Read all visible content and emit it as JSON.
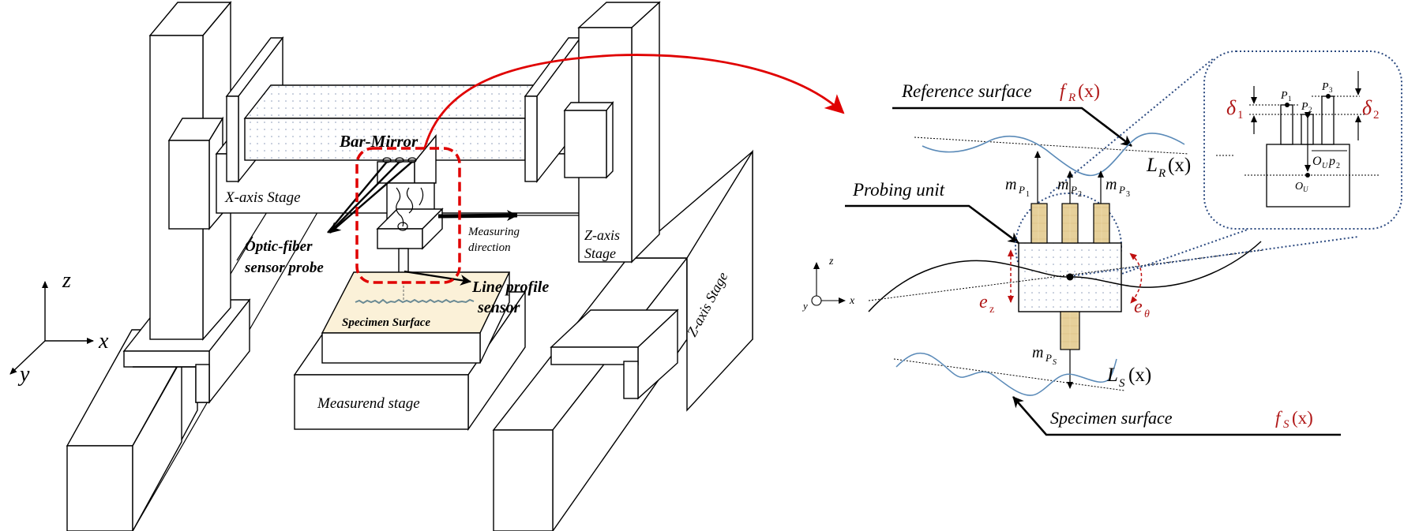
{
  "figure": {
    "left_panel": {
      "axes": {
        "z": "z",
        "x": "x",
        "y": "y"
      },
      "labels": {
        "bar_mirror": "Bar-Mirror",
        "x_axis_stage": "X-axis Stage",
        "optic_fiber_line1": "Optic-fiber",
        "optic_fiber_line2": "sensor probe",
        "measuring_line1": "Measuring",
        "measuring_line2": "direction",
        "line_profile_line1": "Line profile",
        "line_profile_line2": "sensor",
        "specimen_surface": "Specimen Surface",
        "measurend_stage": "Measurend stage",
        "z_axis_stage_col_line1": "Z-axis",
        "z_axis_stage_col_line2": "Stage",
        "z_axis_stage_rail": "Z-axis Stage"
      }
    },
    "right_panel": {
      "axes": {
        "z": "z",
        "x": "x",
        "y": "y"
      },
      "labels": {
        "reference_surface": "Reference surface",
        "reference_func": "f",
        "reference_func_sub": "R",
        "reference_func_arg": "(x)",
        "LR": "L",
        "LR_sub": "R",
        "LR_arg": "(x)",
        "probing_unit": "Probing unit",
        "mP": "m",
        "mP1_sub": "P",
        "mP1_subsub": "1",
        "mP2_subsub": "2",
        "mP3_subsub": "3",
        "mPS_subsub": "S",
        "ez": "e",
        "ez_sub": "z",
        "etheta": "e",
        "etheta_sub": "θ",
        "LS": "L",
        "LS_sub": "S",
        "LS_arg": "(x)",
        "specimen_surface": "Specimen surface",
        "specimen_func": "f",
        "specimen_func_sub": "S",
        "specimen_func_arg": "(x)"
      },
      "inset": {
        "delta1": "δ",
        "delta1_sub": "1",
        "delta2": "δ",
        "delta2_sub": "2",
        "P1": "P",
        "P1_sub": "1",
        "P2": "P",
        "P2_sub": "2",
        "P3": "P",
        "P3_sub": "3",
        "OU": "O",
        "OU_sub": "U",
        "OUp2": "O",
        "OUp2_sub": "U",
        "OUp2_p": "p",
        "OUp2_p_sub": "2"
      }
    },
    "colors": {
      "highlight_red": "#e00000",
      "formula_red": "#b01818",
      "surface_blue": "#5a8ab8",
      "inset_blue": "#2c4a80",
      "probe_tan": "#e8d4a0",
      "specimen_fill": "#fbf1d8"
    }
  }
}
